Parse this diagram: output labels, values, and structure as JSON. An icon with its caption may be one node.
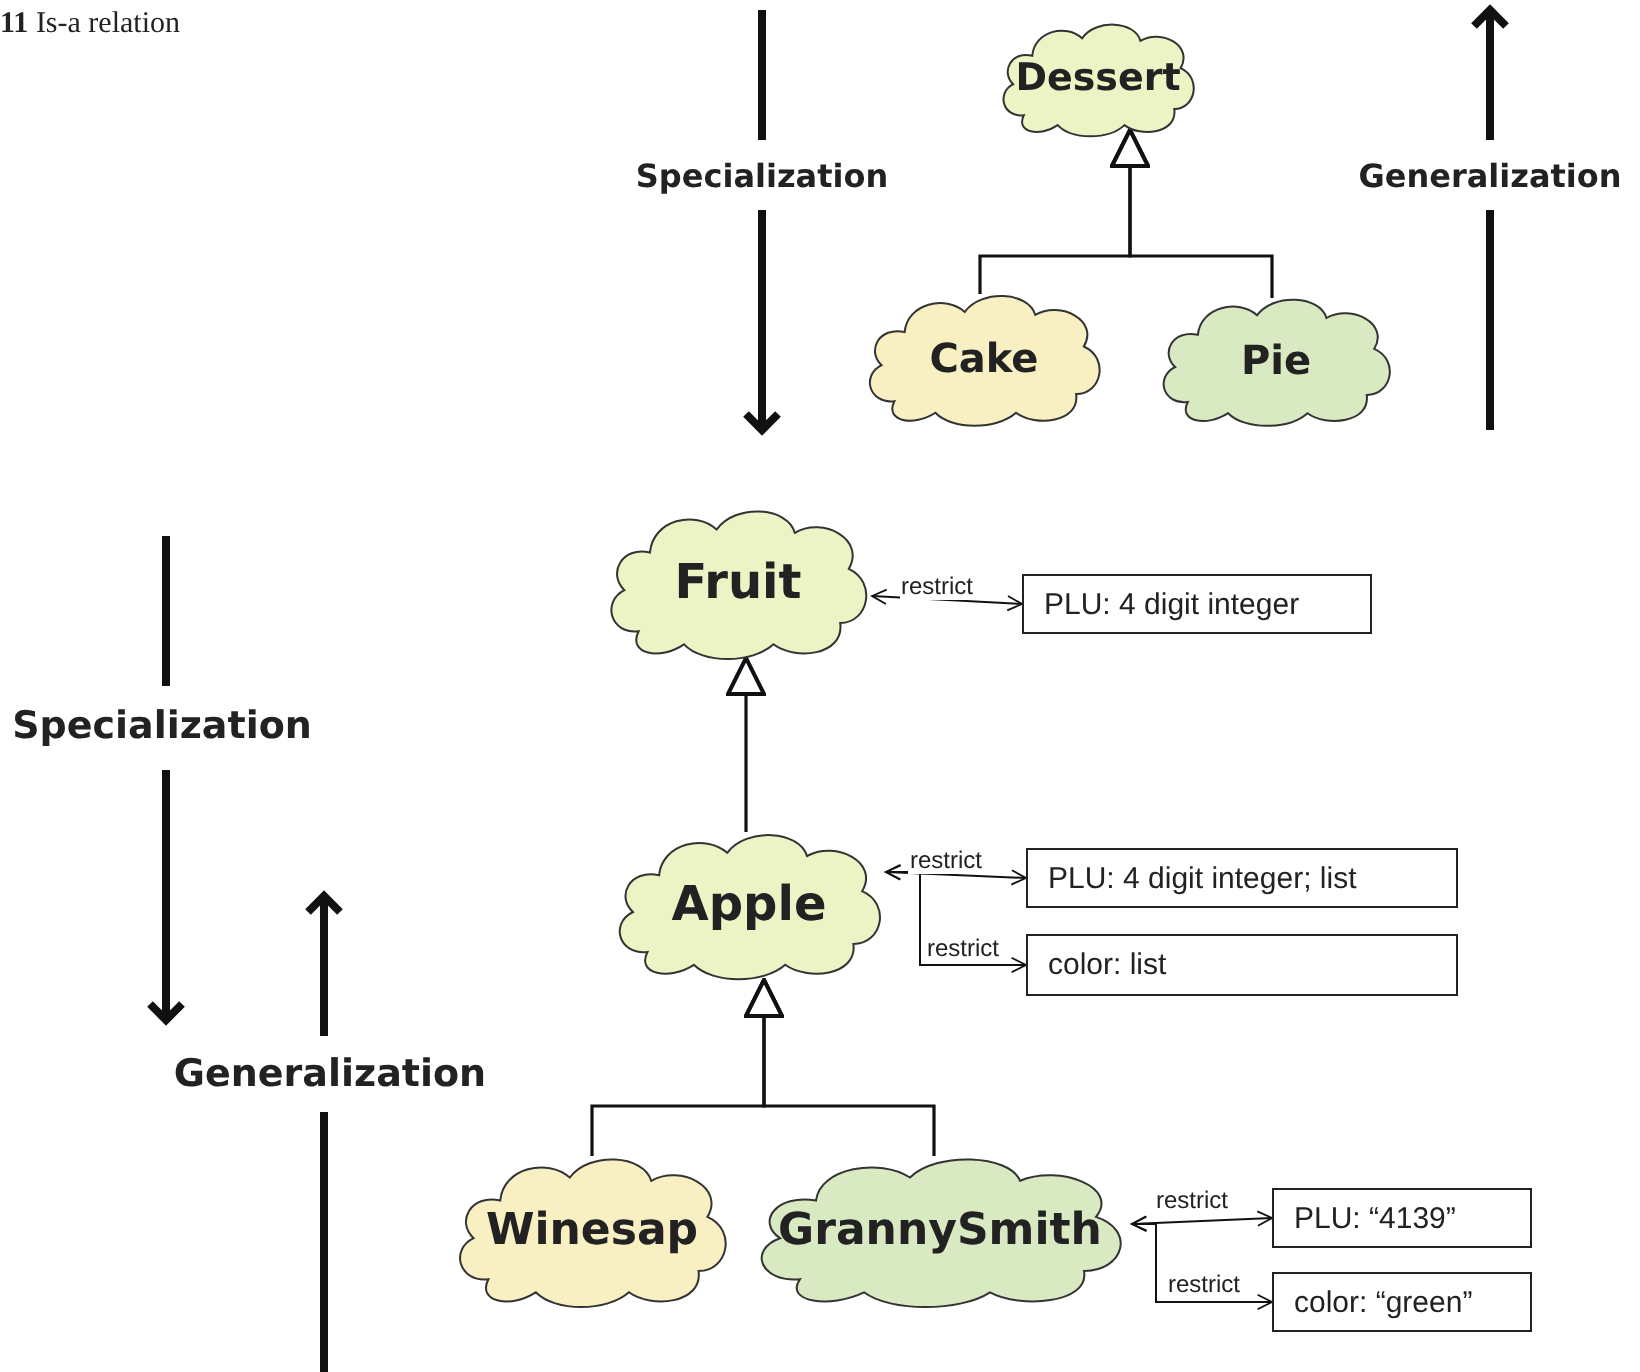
{
  "diagram": {
    "title": "**11** Is-a relation",
    "nodes": [
      {
        "text": [
          "Dessert"
        ]
      },
      {
        "text": [
          "Cake"
        ]
      },
      {
        "text": [
          "Pie"
        ]
      },
      {
        "text": [
          "Fruit"
        ]
      },
      {
        "text": [
          "PLU: 4 digit integer"
        ]
      },
      {
        "text": [
          "Apple"
        ]
      },
      {
        "text": [
          "PLU: 4 digit integer; list"
        ]
      },
      {
        "text": [
          "color: list"
        ]
      },
      {
        "text": [
          "Winesap"
        ]
      },
      {
        "text": [
          "GrannySmith"
        ]
      },
      {
        "text": [
          "PLU: “4139”"
        ]
      },
      {
        "text": [
          "color: “green”"
        ]
      }
    ],
    "edges": [
      {
        "from": 1,
        "to": 0,
        "arrow": "to"
      },
      {
        "from": 2,
        "to": 0,
        "arrow": "to"
      },
      {
        "from": 3,
        "to": 4,
        "arrow": "both",
        "label": "restrict"
      },
      {
        "from": 5,
        "to": 3,
        "arrow": "to"
      },
      {
        "from": 5,
        "to": 6,
        "arrow": "both",
        "label": "restrict"
      },
      {
        "from": 5,
        "to": 7,
        "arrow": "both",
        "label": "restrict"
      },
      {
        "from": 8,
        "to": 5,
        "arrow": "to"
      },
      {
        "from": 9,
        "to": 5,
        "arrow": "to"
      },
      {
        "from": 9,
        "to": 10,
        "arrow": "both",
        "label": "restrict"
      },
      {
        "from": 9,
        "to": 11,
        "arrow": "both",
        "label": "restrict"
      }
    ],
    "labels": [
      "Specialization",
      "Generalization",
      "Specialization",
      "Generalization"
    ]
  }
}
